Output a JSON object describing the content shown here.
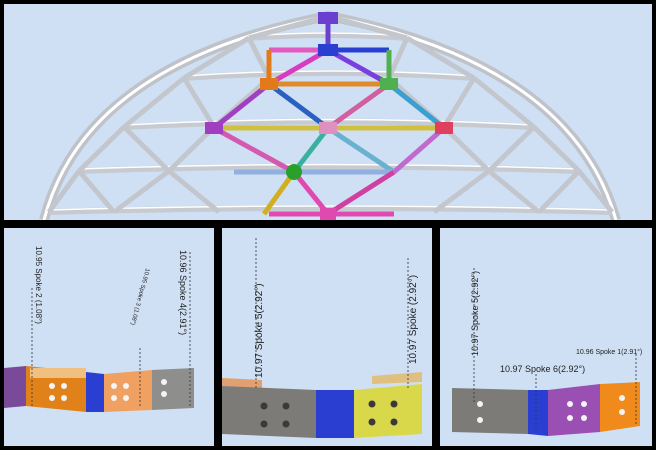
{
  "colors": {
    "background": "#cfe0f4",
    "frame": "#000000",
    "strut": "#c9ccd2",
    "accent_purple": "#9a4fb2",
    "accent_orange": "#e0811a",
    "accent_blue": "#2a3fd1",
    "accent_yellow": "#d9d84a",
    "accent_gray": "#7d7b77"
  },
  "panels": {
    "dome": {},
    "detail_left": {
      "labels": {
        "spoke2": "10.95 Spoke 2 (1.08°)",
        "spoke3": "10.95 Spoke 3 (1.08°)",
        "spoke4": "10.96 Spoke 4(2.91°)"
      }
    },
    "detail_middle": {
      "labels": {
        "spoke5": "10.97 Spoke 5(2.92°)",
        "spoke_right": "10.97 Spoke (2.92°)"
      }
    },
    "detail_right": {
      "labels": {
        "spoke5": "10.97 Spoke 5(2.92°)",
        "spoke6": "10.97 Spoke 6(2.92°)",
        "spoke1": "10.96 Spoke 1(2.91°)"
      }
    }
  }
}
